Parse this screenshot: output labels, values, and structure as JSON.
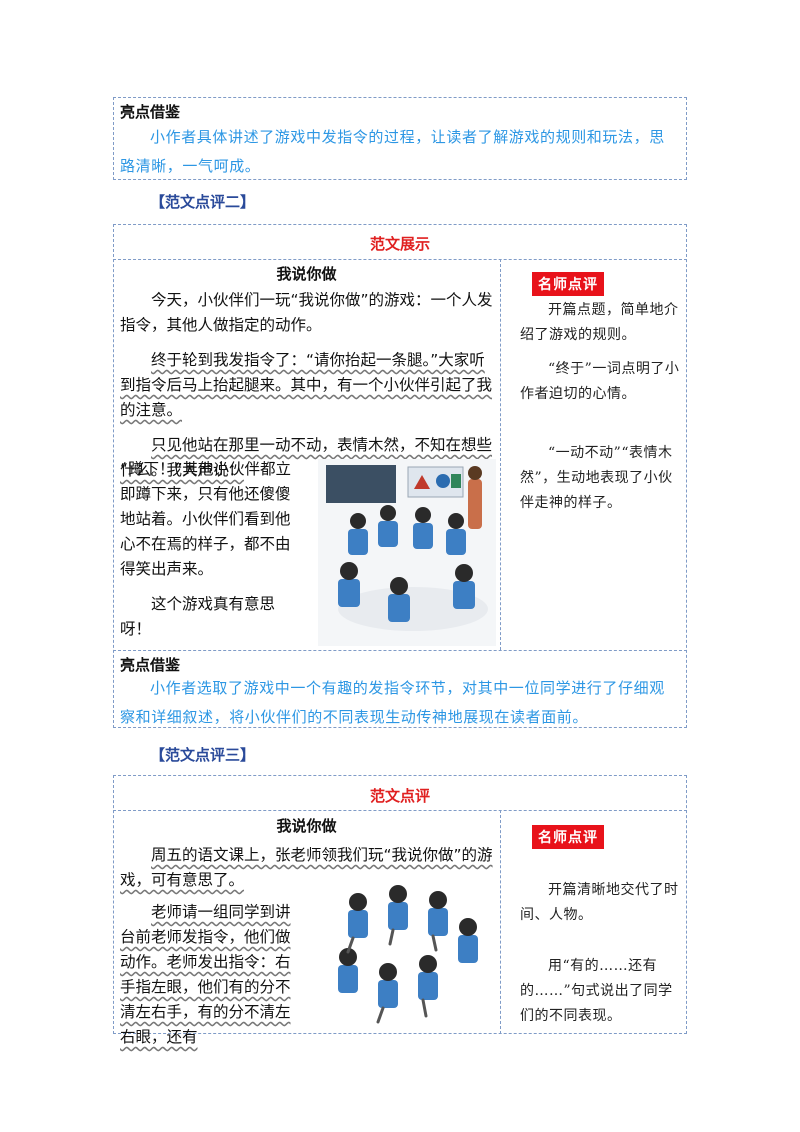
{
  "highlight1": {
    "label": "亮点借鉴",
    "text": "小作者具体讲述了游戏中发指令的过程，让读者了解游戏的规则和玩法，思路清晰，一气呵成。"
  },
  "section2": {
    "title": "【范文点评二】",
    "header": "范文展示",
    "essay_title": "我说你做",
    "paragraphs": [
      "今天，小伙伴们一玩“我说你做”的游戏：一个人发指令，其他人做指定的动作。",
      "终于轮到我发指令了：“请你抬起一条腿。”大家听到指令后马上抬起腿来。其中，有一个小伙伴引起了我的注意。",
      "只见他站在那里一动不动，表情木然，不知在想些什么。我大声说：",
      "“蹲下！”其他小伙伴都立即蹲下来，只有他还傻傻地站着。小伙伴们看到他心不在焉的样子，都不由得笑出声来。",
      "这个游戏真有意思呀！"
    ],
    "badge": "名师点评",
    "comments": [
      "开篇点题，简单地介绍了游戏的规则。",
      "“终于”一词点明了小作者迫切的心情。",
      "“一动不动”“表情木然”，生动地表现了小伙伴走神的样子。"
    ],
    "highlight_label": "亮点借鉴",
    "highlight_text": "小作者选取了游戏中一个有趣的发指令环节，对其中一位同学进行了仔细观察和详细叙述，将小伙伴们的不同表现生动传神地展现在读者面前。"
  },
  "section3": {
    "title": "【范文点评三】",
    "header": "范文点评",
    "essay_title": "我说你做",
    "paragraphs": [
      "周五的语文课上，张老师领我们玩“我说你做”的游戏，可有意思了。",
      "老师请一组同学到讲台前老师发指令，他们做动作。老师发出指令：右手指左眼，他们有的分不清左右手，有的分不清左右眼，还有"
    ],
    "badge": "名师点评",
    "comments": [
      "开篇清晰地交代了时间、人物。",
      "用“有的……还有的……”句式说出了同学们的不同表现。"
    ]
  },
  "colors": {
    "border": "#7f9bc7",
    "blue_text": "#2d97e4",
    "section_title": "#2a4a9a",
    "red_title": "#e02020",
    "badge_bg": "#e8121a"
  }
}
